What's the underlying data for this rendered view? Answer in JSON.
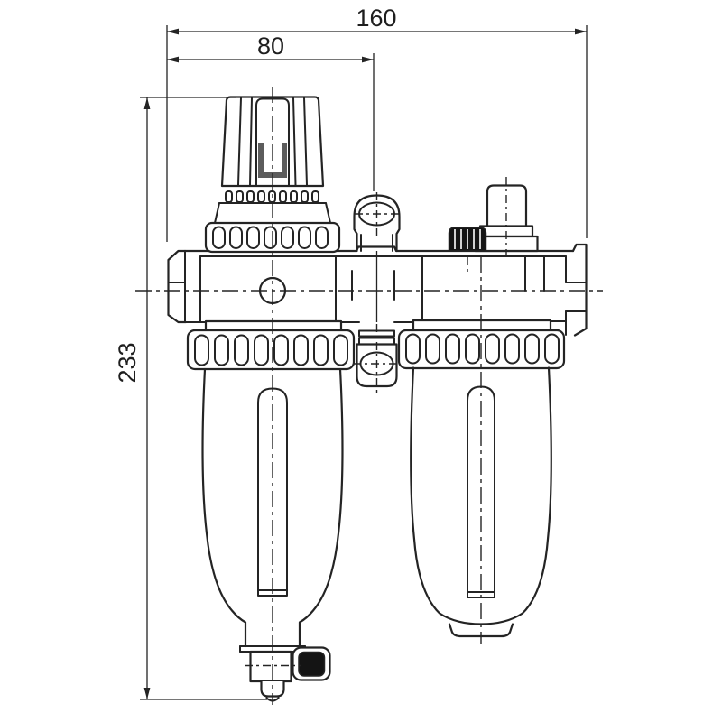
{
  "drawing": {
    "colors": {
      "background": "#ffffff",
      "line": "#242424",
      "dark_fill": "#141414",
      "gray_fill": "#5c5c5c",
      "text": "#1e1e1e"
    },
    "dimensions": {
      "overall_width": {
        "value": "160"
      },
      "left_module_width": {
        "value": "80"
      },
      "overall_height": {
        "value": "233"
      }
    }
  }
}
